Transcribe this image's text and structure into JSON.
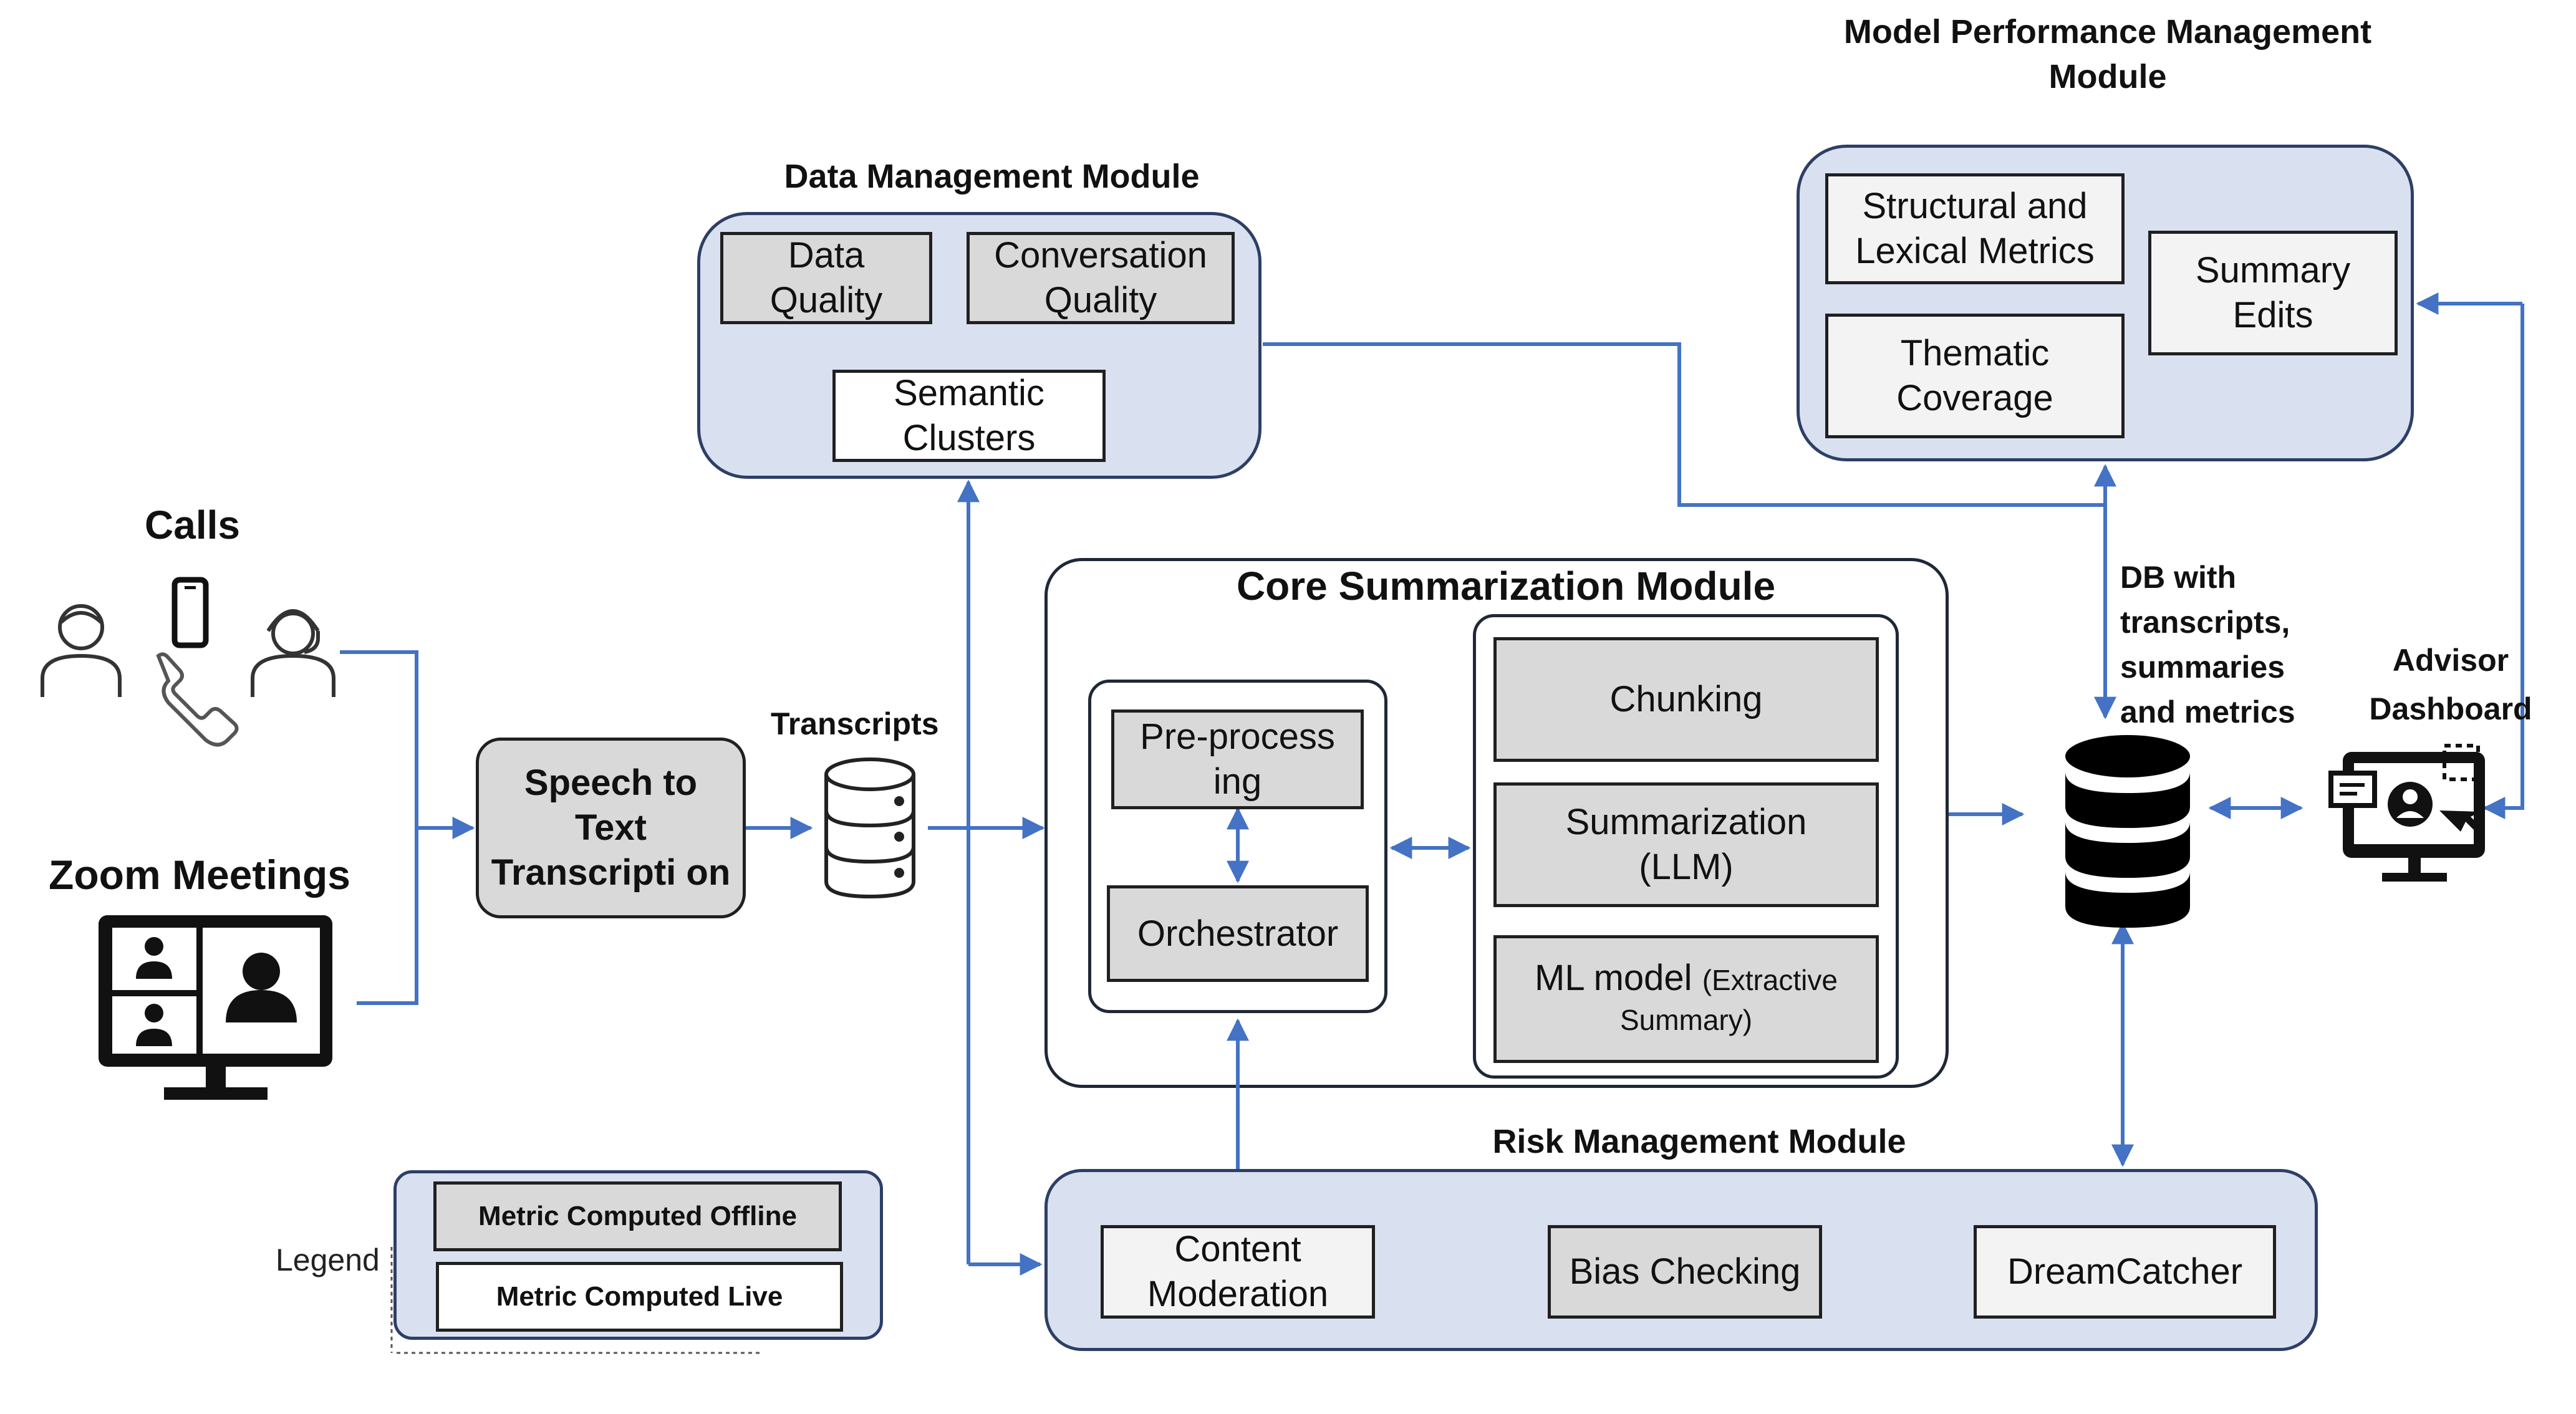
{
  "sources": {
    "calls_label": "Calls",
    "zoom_label": "Zoom Meetings"
  },
  "speech_to_text": {
    "label": "Speech to Text Transcripti on"
  },
  "transcripts_label": "Transcripts",
  "data_management": {
    "title": "Data Management Module",
    "data_quality": "Data Quality",
    "conversation_quality": "Conversation Quality",
    "semantic_clusters": "Semantic Clusters"
  },
  "model_performance": {
    "title_line1": "Model Performance Management",
    "title_line2": "Module",
    "structural_lexical": "Structural and Lexical Metrics",
    "thematic_coverage": "Thematic Coverage",
    "summary_edits": "Summary Edits"
  },
  "core_summarization": {
    "title": "Core Summarization Module",
    "preprocessing": "Pre-process ing",
    "orchestrator": "Orchestrator",
    "chunking": "Chunking",
    "summarization_line1": "Summarization",
    "summarization_line2": "(LLM)",
    "ml_model_main": "ML model",
    "ml_model_detail_1": "(Extractive",
    "ml_model_detail_2": "Summary)"
  },
  "database": {
    "label_line1": "DB with",
    "label_line2": "transcripts,",
    "label_line3": "summaries",
    "label_line4": "and metrics"
  },
  "advisor": {
    "label_line1": "Advisor",
    "label_line2": "Dashboard"
  },
  "risk_management": {
    "title": "Risk Management Module",
    "content_moderation": "Content Moderation",
    "bias_checking": "Bias Checking",
    "dreamcatcher": "DreamCatcher"
  },
  "legend": {
    "title": "Legend",
    "offline": "Metric Computed Offline",
    "live": "Metric Computed Live"
  },
  "colors": {
    "arrow": "#4472c4",
    "module_fill": "#d9e1f1",
    "offline_fill": "#d9d9d9",
    "live_fill": "#f3f3f3"
  }
}
